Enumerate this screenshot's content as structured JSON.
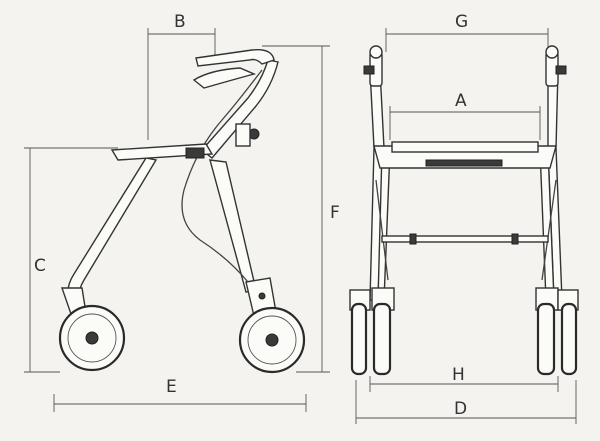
{
  "labels": {
    "A": "A",
    "B": "B",
    "C": "C",
    "D": "D",
    "E": "E",
    "F": "F",
    "G": "G",
    "H": "H"
  },
  "colors": {
    "background": "#f4f3ef",
    "line": "#333333"
  }
}
